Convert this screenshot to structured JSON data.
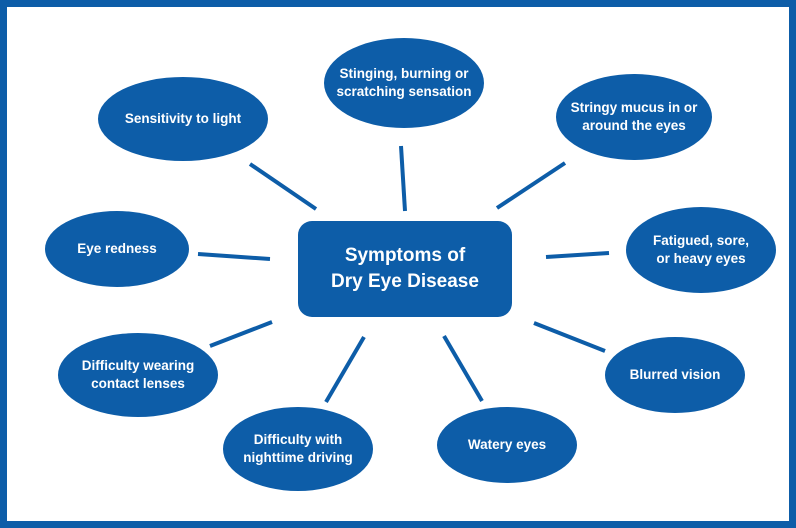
{
  "diagram": {
    "title": "Symptoms of Dry Eye Disease",
    "title_line1": "Symptoms of",
    "title_line2": "Dry Eye Disease",
    "accent_color": "#0d5da8",
    "background_color": "#ffffff",
    "nodes": [
      {
        "id": "sensitivity-to-light",
        "label": "Sensitivity to light"
      },
      {
        "id": "stinging-burning-scratching",
        "label": "Stinging, burning or scratching sensation"
      },
      {
        "id": "stringy-mucus",
        "label": "Stringy mucus in or around the eyes"
      },
      {
        "id": "fatigued-sore-heavy-eyes",
        "label": "Fatigued, sore, or heavy eyes"
      },
      {
        "id": "blurred-vision",
        "label": "Blurred vision"
      },
      {
        "id": "watery-eyes",
        "label": "Watery eyes"
      },
      {
        "id": "difficulty-nighttime-driving",
        "label": "Difficulty with nighttime driving"
      },
      {
        "id": "difficulty-contact-lenses",
        "label": "Difficulty wearing contact lenses"
      },
      {
        "id": "eye-redness",
        "label": "Eye redness"
      }
    ]
  }
}
